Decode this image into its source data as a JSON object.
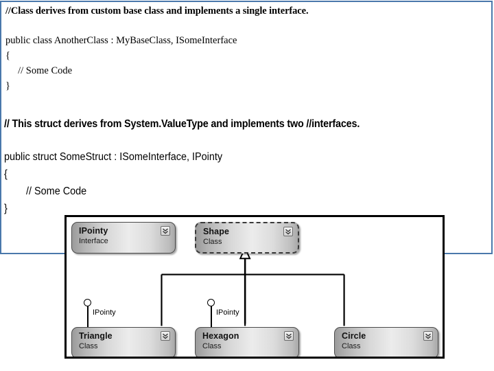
{
  "slide": {
    "border_color": "#4a78ab",
    "background": "#ffffff"
  },
  "code_block_1": {
    "heading": "//Class derives from custom base class and implements a single interface.",
    "body": "public class AnotherClass : MyBaseClass, ISomeInterface\n{\n     // Some Code\n}"
  },
  "code_block_2": {
    "heading": "// This struct derives from System.ValueType and implements two //interfaces.",
    "body": "public struct SomeStruct : ISomeInterface, IPointy\n{\n        // Some Code\n}"
  },
  "uml": {
    "frame_border_color": "#000000",
    "node_border_color": "#4a4a4a",
    "expander_icon": "chevron-double-down-icon",
    "nodes": [
      {
        "name": "IPointy",
        "stereotype": "Interface",
        "style": "solid",
        "expander": true
      },
      {
        "name": "Shape",
        "stereotype": "Class",
        "style": "dashed",
        "expander": true
      },
      {
        "name": "Triangle",
        "stereotype": "Class",
        "style": "solid",
        "expander": true
      },
      {
        "name": "Hexagon",
        "stereotype": "Class",
        "style": "solid",
        "expander": true
      },
      {
        "name": "Circle",
        "stereotype": "Class",
        "style": "solid",
        "expander": true
      }
    ],
    "lollipops": [
      {
        "label": "IPointy",
        "owner": "Triangle"
      },
      {
        "label": "IPointy",
        "owner": "Hexagon"
      }
    ],
    "generalizations": [
      {
        "from": "Triangle",
        "to": "Shape",
        "arrow": "hollow-triangle"
      },
      {
        "from": "Hexagon",
        "to": "Shape",
        "arrow": "hollow-triangle"
      },
      {
        "from": "Circle",
        "to": "Shape",
        "arrow": "hollow-triangle"
      }
    ]
  }
}
